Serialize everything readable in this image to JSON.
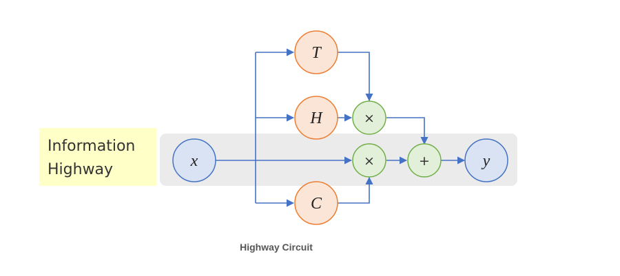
{
  "highway_label": {
    "line1": "Information",
    "line2": "Highway"
  },
  "nodes": {
    "x": "x",
    "y": "y",
    "t": "T",
    "h": "H",
    "c": "C"
  },
  "operators": {
    "mult_top": "×",
    "mult_bottom": "×",
    "add": "+"
  },
  "caption": "Highway Circuit",
  "colors": {
    "wire": "#4472c4",
    "gate_fill": "#fbe5d6",
    "gate_stroke": "#ed7d31",
    "op_fill": "#e2f0d9",
    "op_stroke": "#70ad47",
    "io_fill": "#dae3f3",
    "io_stroke": "#4472c4",
    "highway_band": "#ebebeb",
    "highway_label_bg": "#ffffc8"
  }
}
